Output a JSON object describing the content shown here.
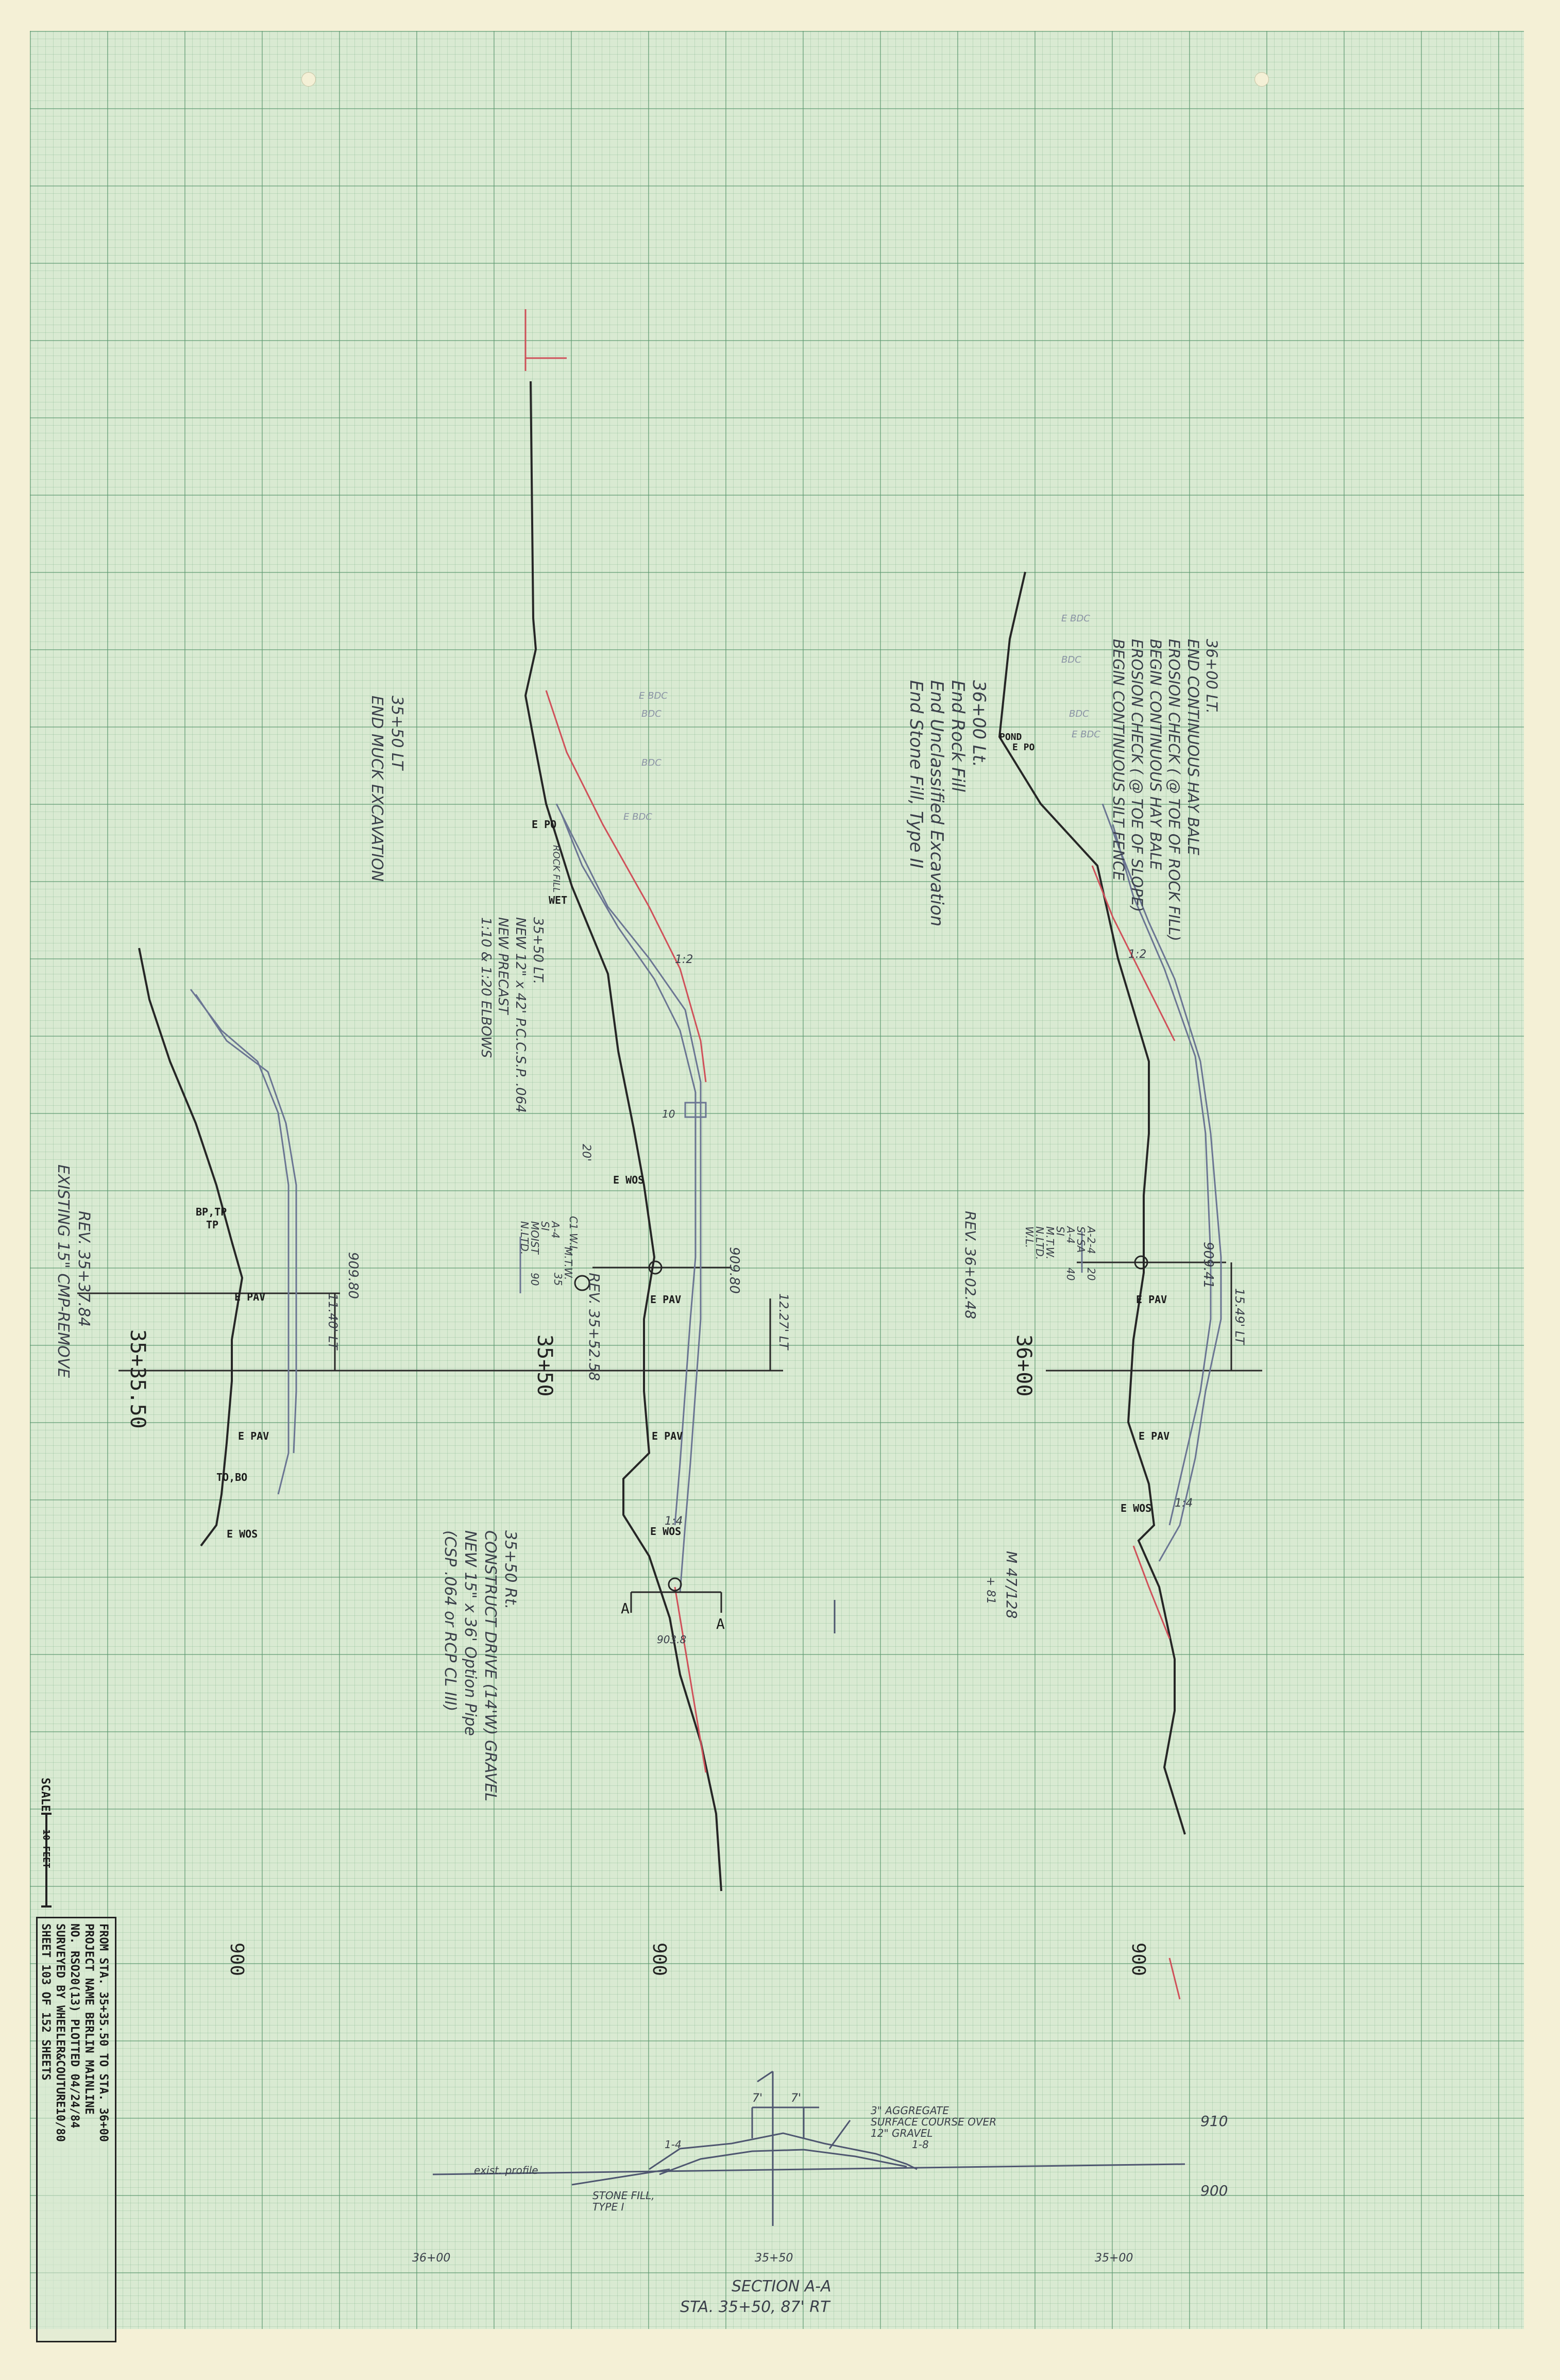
{
  "stations": {
    "s1": "35+35.50",
    "s2": "35+50",
    "s3": "36+00"
  },
  "elevations": {
    "e1": "909.80",
    "e2": "909.80",
    "e3": "909.41",
    "g1": "900",
    "g2": "900",
    "g3": "900",
    "prof_top": "910",
    "prof_bot": "900"
  },
  "labels": {
    "e_pav": "E PAV",
    "e_wos": "E WOS",
    "e_po": "E PO",
    "bp_tp": "BP,TP",
    "tp": "TP",
    "to_bo": "TO,BO",
    "pond": "POND",
    "wet": "WET",
    "rock_fill": "ROCK FILL",
    "n_ltd": "N.LTD.",
    "n_ltd2": "N.LTD.",
    "a4": "A-4",
    "si": "SI",
    "moist": "MOIST",
    "val90": "90",
    "val35": "35",
    "mtw": "M.T.W.",
    "wl": "W.L.",
    "a24": "A-2-4",
    "si_sa": "SI SA",
    "a4b": "A-4",
    "sib": "SI",
    "mtw2": "M.T.W.",
    "val40": "40",
    "val20": "20",
    "a_left": "A",
    "a_right": "A",
    "s12_27": "12.27' LT",
    "s15_49": "15.49' LT",
    "s11_40": "11.40' LT",
    "slope_12a": "1:2",
    "slope_12b": "1:2",
    "slope_14a": "1:4",
    "slope_14b": "1:4",
    "val10": "10",
    "val20b": "20'",
    "c1_wl": "C1 W.L.",
    "d9": "903.8",
    "e_bdc": "E BDC",
    "bdc": "BDC",
    "rev1": "REV. 35+37.84",
    "rev2": "REV. 35+52.58",
    "rev3": "REV. 36+02.48",
    "m_note": "M 47/128",
    "m_note2": "+ 81",
    "existing": "EXISTING 15\" CMP-REMOVE",
    "end_muck": "35+50 LT\nEND MUCK EXCAVATION",
    "pipe_note": "35+50 LT.\nNEW 12\" x 42' P.C.C.S.P. .064\nNEW PRECAST\n1:10 & 1:20 ELBOWS",
    "drive_note": "35+50 Rt.\nCONSTRUCT DRIVE (14'W) GRAVEL\nNEW 15\" x 36' Option Pipe\n(CSP .064 or RCP CL III)",
    "rock_note": "36+00 Lt.\nEnd Rock Fill\nEnd Unclassified Excavation\nEnd Stone Fill, Type II",
    "erosion_note": "36+00 LT.\nEND CONTINUOUS HAY BALE\nEROSION CHECK ( @ TOE OF ROCK FILL)\nBEGIN CONTINUOUS HAY BALE\nEROSION CHECK ( @ TOE OF SLOPE)\nBEGIN CONTINUOUS SILT FENCE"
  },
  "section": {
    "title": "SECTION A-A",
    "sta": "STA. 35+50, 87' RT",
    "dim1": "7'",
    "dim2": "7'",
    "surface_note": "3\" AGGREGATE\nSURFACE COURSE OVER\n12\" GRAVEL",
    "stone_fill": "STONE FILL,\nTYPE I",
    "slope_a": "1-4",
    "slope_b": "1-8",
    "exist_profile": "exist. profile",
    "sta_left": "36+00",
    "sta_mid": "35+50",
    "sta_right": "35+00"
  },
  "scale": {
    "label": "SCALE",
    "value": "10 FEET"
  },
  "titleblock": {
    "line1": "FROM STA.   35+35.50   TO STA.   36+00",
    "line2": "PROJECT NAME   BERLIN MAINLINE",
    "line3": "NO.   RSO20(13)        PLOTTED 04/24/84",
    "line4": "SURVEYED BY   WHEELER&COUTURE10/80",
    "line5": "SHEET 103 OF 152 SHEETS"
  },
  "colors": {
    "paper": "#f4f0d6",
    "grid": "#d9ead2",
    "ink": "#2a2a2a",
    "pencil": "#6a7390",
    "red": "#d0505a"
  }
}
